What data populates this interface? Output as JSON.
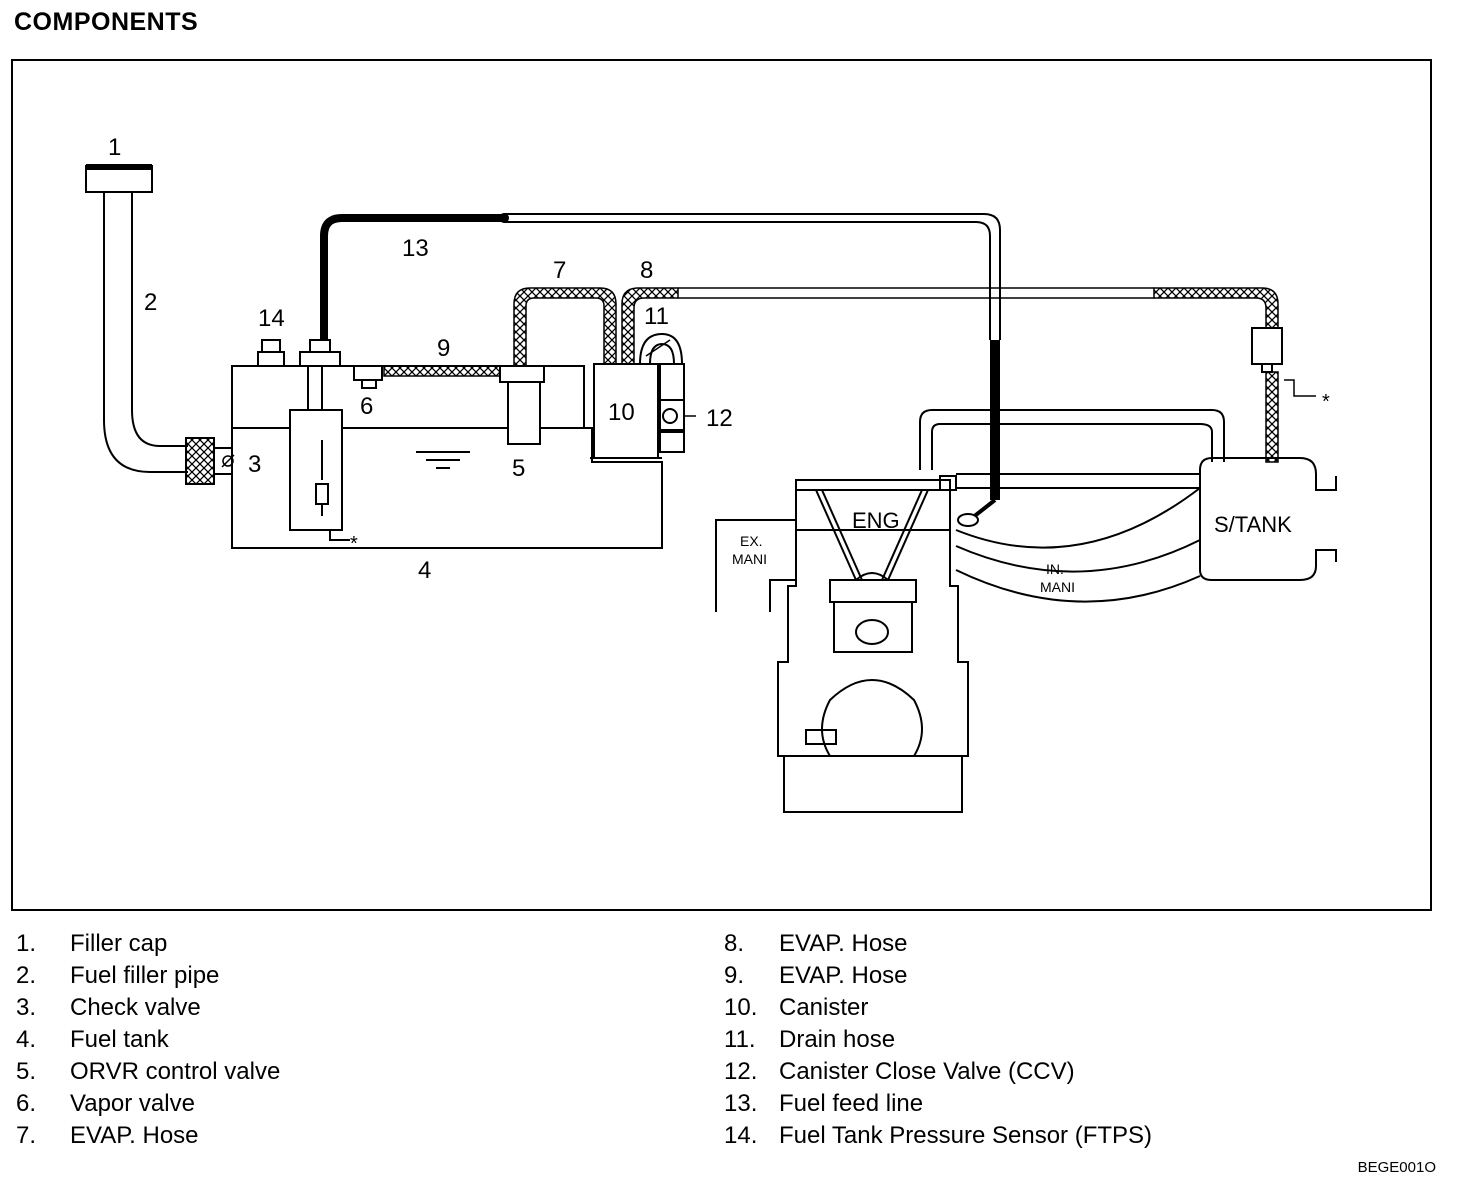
{
  "title": "COMPONENTS",
  "figure_code": "BEGE001O",
  "callouts": [
    {
      "id": "c1",
      "text": "1"
    },
    {
      "id": "c2",
      "text": "2"
    },
    {
      "id": "c3",
      "text": "3"
    },
    {
      "id": "c4",
      "text": "4"
    },
    {
      "id": "c5",
      "text": "5"
    },
    {
      "id": "c6",
      "text": "6"
    },
    {
      "id": "c7",
      "text": "7"
    },
    {
      "id": "c8",
      "text": "8"
    },
    {
      "id": "c9",
      "text": "9"
    },
    {
      "id": "c10",
      "text": "10"
    },
    {
      "id": "c11",
      "text": "11"
    },
    {
      "id": "c12",
      "text": "12"
    },
    {
      "id": "c13",
      "text": "13"
    },
    {
      "id": "c14",
      "text": "14"
    }
  ],
  "diagram_labels": {
    "eng": "ENG",
    "s_tank": "S/TANK",
    "ex_mani_1": "EX.",
    "ex_mani_2": "MANI",
    "in_mani_1": "IN.",
    "in_mani_2": "MANI",
    "asterisk": "*"
  },
  "legend_left": [
    {
      "num": "1.",
      "label": "Filler cap"
    },
    {
      "num": "2.",
      "label": "Fuel filler pipe"
    },
    {
      "num": "3.",
      "label": "Check valve"
    },
    {
      "num": "4.",
      "label": "Fuel tank"
    },
    {
      "num": "5.",
      "label": "ORVR control valve"
    },
    {
      "num": "6.",
      "label": "Vapor valve"
    },
    {
      "num": "7.",
      "label": "EVAP. Hose"
    }
  ],
  "legend_right": [
    {
      "num": "8.",
      "label": "EVAP. Hose"
    },
    {
      "num": "9.",
      "label": "EVAP. Hose"
    },
    {
      "num": "10.",
      "label": "Canister"
    },
    {
      "num": "11.",
      "label": "Drain hose"
    },
    {
      "num": "12.",
      "label": "Canister Close Valve (CCV)"
    },
    {
      "num": "13.",
      "label": "Fuel feed line"
    },
    {
      "num": "14.",
      "label": "Fuel Tank Pressure Sensor (FTPS)"
    }
  ]
}
